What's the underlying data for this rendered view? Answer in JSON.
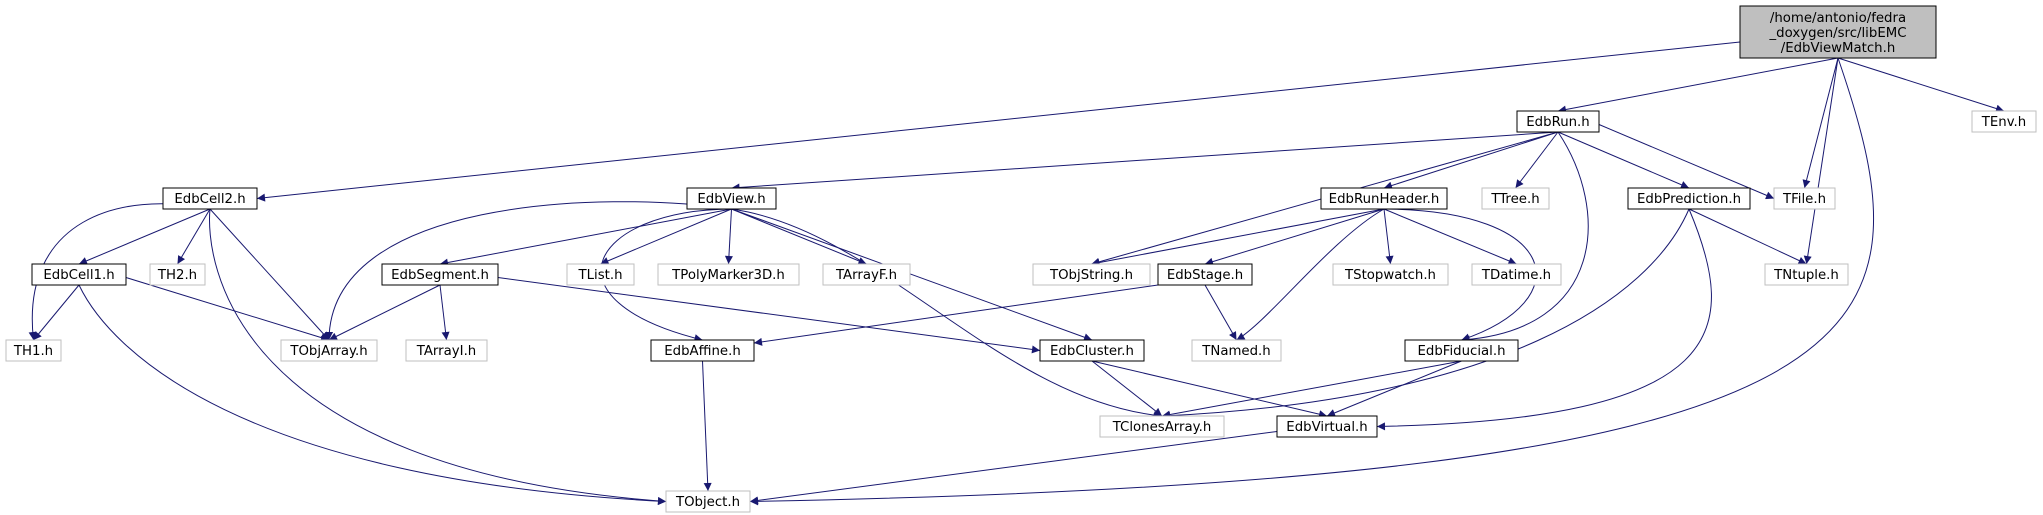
{
  "diagram": {
    "root": {
      "id": "root",
      "lines": [
        "/home/antonio/fedra",
        "_doxygen/src/libEMC",
        "/EdbViewMatch.h"
      ]
    },
    "nodes": [
      {
        "id": "EdbRun",
        "label": "EdbRun.h",
        "style": "project"
      },
      {
        "id": "TEnv",
        "label": "TEnv.h",
        "style": "external"
      },
      {
        "id": "EdbCell2",
        "label": "EdbCell2.h",
        "style": "project"
      },
      {
        "id": "EdbView",
        "label": "EdbView.h",
        "style": "project"
      },
      {
        "id": "EdbRunHeader",
        "label": "EdbRunHeader.h",
        "style": "project"
      },
      {
        "id": "TTree",
        "label": "TTree.h",
        "style": "external"
      },
      {
        "id": "EdbPrediction",
        "label": "EdbPrediction.h",
        "style": "project"
      },
      {
        "id": "TFile",
        "label": "TFile.h",
        "style": "external"
      },
      {
        "id": "EdbCell1",
        "label": "EdbCell1.h",
        "style": "project"
      },
      {
        "id": "TH2",
        "label": "TH2.h",
        "style": "external"
      },
      {
        "id": "EdbSegment",
        "label": "EdbSegment.h",
        "style": "project"
      },
      {
        "id": "TList",
        "label": "TList.h",
        "style": "external"
      },
      {
        "id": "TPolyMarker3D",
        "label": "TPolyMarker3D.h",
        "style": "external"
      },
      {
        "id": "TArrayF",
        "label": "TArrayF.h",
        "style": "external"
      },
      {
        "id": "TObjString",
        "label": "TObjString.h",
        "style": "external"
      },
      {
        "id": "EdbStage",
        "label": "EdbStage.h",
        "style": "project"
      },
      {
        "id": "TStopwatch",
        "label": "TStopwatch.h",
        "style": "external"
      },
      {
        "id": "TDatime",
        "label": "TDatime.h",
        "style": "external"
      },
      {
        "id": "TNtuple",
        "label": "TNtuple.h",
        "style": "external"
      },
      {
        "id": "TH1",
        "label": "TH1.h",
        "style": "external"
      },
      {
        "id": "TObjArray",
        "label": "TObjArray.h",
        "style": "external"
      },
      {
        "id": "TArrayI",
        "label": "TArrayI.h",
        "style": "external"
      },
      {
        "id": "EdbAffine",
        "label": "EdbAffine.h",
        "style": "project"
      },
      {
        "id": "EdbCluster",
        "label": "EdbCluster.h",
        "style": "project"
      },
      {
        "id": "TNamed",
        "label": "TNamed.h",
        "style": "external"
      },
      {
        "id": "EdbFiducial",
        "label": "EdbFiducial.h",
        "style": "project"
      },
      {
        "id": "TClonesArray",
        "label": "TClonesArray.h",
        "style": "external"
      },
      {
        "id": "EdbVirtual",
        "label": "EdbVirtual.h",
        "style": "project"
      },
      {
        "id": "TObject",
        "label": "TObject.h",
        "style": "external"
      }
    ],
    "edges": [
      [
        "root",
        "EdbRun"
      ],
      [
        "root",
        "TEnv"
      ],
      [
        "root",
        "EdbCell2"
      ],
      [
        "root",
        "TFile"
      ],
      [
        "root",
        "TNtuple"
      ],
      [
        "root",
        "TObject"
      ],
      [
        "EdbRun",
        "EdbView"
      ],
      [
        "EdbRun",
        "TObjString"
      ],
      [
        "EdbRun",
        "EdbRunHeader"
      ],
      [
        "EdbRun",
        "TTree"
      ],
      [
        "EdbRun",
        "EdbPrediction"
      ],
      [
        "EdbRun",
        "TFile"
      ],
      [
        "EdbRun",
        "EdbFiducial"
      ],
      [
        "EdbCell2",
        "TH1"
      ],
      [
        "EdbCell2",
        "EdbCell1"
      ],
      [
        "EdbCell2",
        "TH2"
      ],
      [
        "EdbCell2",
        "TObjArray"
      ],
      [
        "EdbCell2",
        "TObject"
      ],
      [
        "EdbCell1",
        "TH1"
      ],
      [
        "EdbCell1",
        "TObjArray"
      ],
      [
        "EdbCell1",
        "TObject"
      ],
      [
        "EdbView",
        "TObjArray"
      ],
      [
        "EdbView",
        "EdbSegment"
      ],
      [
        "EdbView",
        "EdbAffine"
      ],
      [
        "EdbView",
        "TList"
      ],
      [
        "EdbView",
        "TPolyMarker3D"
      ],
      [
        "EdbView",
        "TArrayF"
      ],
      [
        "EdbView",
        "TClonesArray"
      ],
      [
        "EdbView",
        "EdbCluster"
      ],
      [
        "EdbSegment",
        "TObjArray"
      ],
      [
        "EdbSegment",
        "TArrayI"
      ],
      [
        "EdbSegment",
        "EdbCluster"
      ],
      [
        "EdbRunHeader",
        "TObjString"
      ],
      [
        "EdbRunHeader",
        "EdbStage"
      ],
      [
        "EdbRunHeader",
        "TNamed"
      ],
      [
        "EdbRunHeader",
        "TStopwatch"
      ],
      [
        "EdbRunHeader",
        "TDatime"
      ],
      [
        "EdbRunHeader",
        "EdbFiducial"
      ],
      [
        "EdbStage",
        "EdbAffine"
      ],
      [
        "EdbStage",
        "TNamed"
      ],
      [
        "EdbPrediction",
        "TNtuple"
      ],
      [
        "EdbPrediction",
        "TClonesArray"
      ],
      [
        "EdbPrediction",
        "EdbVirtual"
      ],
      [
        "EdbAffine",
        "TObject"
      ],
      [
        "EdbCluster",
        "TClonesArray"
      ],
      [
        "EdbCluster",
        "EdbVirtual"
      ],
      [
        "EdbFiducial",
        "TClonesArray"
      ],
      [
        "EdbFiducial",
        "EdbVirtual"
      ],
      [
        "EdbVirtual",
        "TObject"
      ]
    ],
    "colors": {
      "edge": "#191970",
      "project_border": "#000000",
      "external_border": "#bfbfbf",
      "root_fill": "#bfbfbf",
      "text": "#000000",
      "external_text": "#000000"
    }
  }
}
